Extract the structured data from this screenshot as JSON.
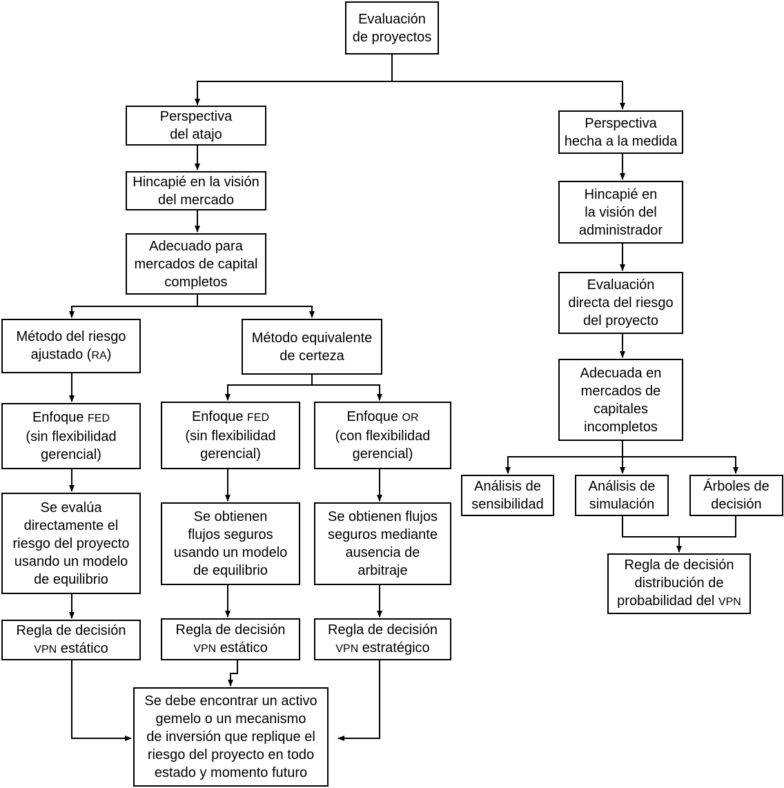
{
  "nodes": {
    "root": {
      "text": "Evaluación\nde proyectos"
    },
    "shortcut": {
      "text": "Perspectiva\ndel atajo"
    },
    "market_view": {
      "text": "Hincapié en la visión\ndel mercado"
    },
    "complete_markets": {
      "text": "Adecuado para\nmercados de capital\ncompletos"
    },
    "ra_method": {
      "pre": "Método del riesgo\najustado (",
      "sc": "RA",
      "post": ")"
    },
    "ce_method": {
      "text": "Método equivalente\nde certeza"
    },
    "fed_left": {
      "pre": "Enfoque ",
      "sc": "FED",
      "post": "\n(sin flexibilidad\ngerencial)"
    },
    "fed_mid": {
      "pre": "Enfoque ",
      "sc": "FED",
      "post": "\n(sin flexibilidad\ngerencial)"
    },
    "or_right": {
      "pre": "Enfoque ",
      "sc": "OR",
      "post": "\n(con flexibilidad\ngerencial)"
    },
    "eval_direct": {
      "text": "Se evalúa\ndirectamente el\nriesgo del proyecto\nusando un modelo\nde equilibrio"
    },
    "safe_flows_model": {
      "text": "Se obtienen\nflujos seguros\nusando un modelo\nde equilibrio"
    },
    "safe_flows_arbitrage": {
      "text": "Se obtienen flujos\nseguros mediante\nausencia de\narbitraje"
    },
    "rule_left": {
      "pre": "Regla de decisión\n",
      "sc": "VPN",
      "post": " estático"
    },
    "rule_mid": {
      "pre": "Regla de decisión\n",
      "sc": "VPN",
      "post": " estático"
    },
    "rule_right": {
      "pre": "Regla de decisión\n",
      "sc": "VPN",
      "post": " estratégico"
    },
    "twin_asset": {
      "text": "Se debe encontrar un activo\ngemelo o un mecanismo\nde inversión que replique el\nriesgo del proyecto en todo\nestado y momento futuro"
    },
    "tailored": {
      "text": "Perspectiva\nhecha a la medida"
    },
    "admin_view": {
      "text": "Hincapié en\nla visión del\nadministrador"
    },
    "direct_risk": {
      "text": "Evaluación\ndirecta del riesgo\ndel proyecto"
    },
    "incomplete_markets": {
      "text": "Adecuada en\nmercados de\ncapitales\nincompletos"
    },
    "sensitivity": {
      "text": "Análisis de\nsensibilidad"
    },
    "simulation": {
      "text": "Análisis de\nsimulación"
    },
    "decision_trees": {
      "text": "Árboles de\ndecisión"
    },
    "rule_distribution": {
      "pre": "Regla de decisión\ndistribución de\nprobabilidad del ",
      "sc": "VPN",
      "post": ""
    }
  },
  "colors": {
    "line": "#000000",
    "box_border": "#000000",
    "background": "#ffffff"
  }
}
